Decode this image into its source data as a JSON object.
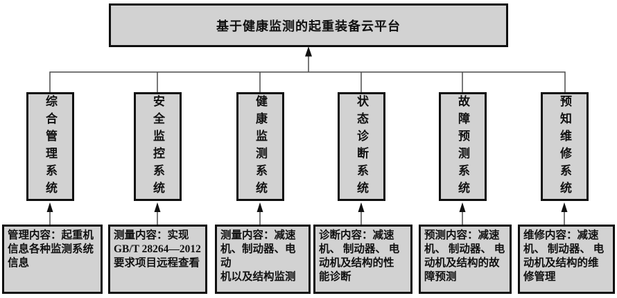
{
  "root": {
    "title": "基于健康监测的起重装备云平台"
  },
  "systems": [
    {
      "label": "综合管理系统"
    },
    {
      "label": "安全监控系统"
    },
    {
      "label": "健康监测系统"
    },
    {
      "label": "状态诊断系统"
    },
    {
      "label": "故障预测系统"
    },
    {
      "label": "预知维修系统"
    }
  ],
  "details": [
    {
      "text": "管理内容：起重机\n信息各种监测系统\n信息"
    },
    {
      "text": "测量内容：实现\nGB/T 28264—2012\n要求项目远程查看"
    },
    {
      "text": "测量内容：减速\n机、制动器、电动\n机以及结构监测"
    },
    {
      "text": "诊断内容：减速\n机、 制动器、 电\n动机及结构的性\n能诊断"
    },
    {
      "text": "预测内容：减速\n机、 制动器、 电\n动机及结构的故\n障预测"
    },
    {
      "text": "维修内容：减速\n机、 制动器、 电\n动机及结构的维\n修管理"
    }
  ],
  "colors": {
    "box_fill": "#d2d2d2",
    "box_border": "#0f0f0f",
    "line": "#4a4a4a",
    "background": "#ffffff",
    "text": "#111111"
  }
}
